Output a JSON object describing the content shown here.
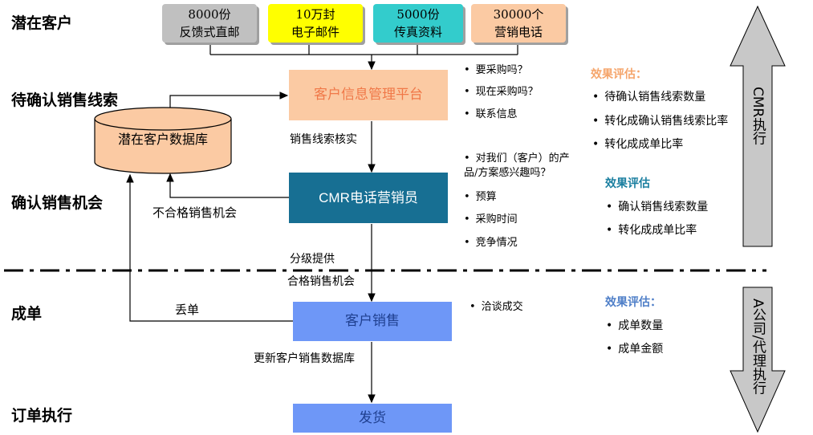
{
  "stages": {
    "potential": "潜在客户",
    "pending_leads": "待确认销售线索",
    "confirmed": "确认销售机会",
    "deal": "成单",
    "fulfillment": "订单执行"
  },
  "sources": [
    {
      "line1": "8000份",
      "line2": "反馈式直邮"
    },
    {
      "line1": "10万封",
      "line2": "电子邮件"
    },
    {
      "line1": "5000份",
      "line2": "传真资料"
    },
    {
      "line1": "30000个",
      "line2": "营销电话"
    }
  ],
  "boxes": {
    "crm_platform": "客户信息管理平台",
    "database": "潜在客户数据库",
    "telesales": "CMR电话营销员",
    "sales": "客户销售",
    "delivery": "发货"
  },
  "labels": {
    "verify": "销售线索核实",
    "unqualified": "不合格销售机会",
    "graded": "分级提供",
    "qualified": "合格销售机会",
    "lost": "丢单",
    "update_db": "更新客户销售数据库"
  },
  "notes": {
    "q1": "要采购吗？",
    "q2": "现在采购吗？",
    "q3": "联系信息",
    "interest_a": "对我们（客户）的产",
    "interest_b": "品/方案感兴趣吗？",
    "budget": "预算",
    "timing": "采购时间",
    "competition": "竞争情况",
    "negotiate": "洽谈成交"
  },
  "eval1": {
    "title": "效果评估：",
    "items": [
      "待确认销售线索数量",
      "转化成确认销售线索比率",
      "转化成成单比率"
    ]
  },
  "eval2": {
    "title": "效果评估",
    "items": [
      "确认销售线索数量",
      "转化成成单比率"
    ]
  },
  "eval3": {
    "title": "效果评估：",
    "items": [
      "成单数量",
      "成单金额"
    ]
  },
  "arrows": {
    "cmr": "CMR执行",
    "agent": "A公司/代理执行"
  },
  "colors": {
    "gray": "#c0c0c0",
    "yellow": "#ffff00",
    "teal": "#33cccc",
    "peach": "#fbcaa3",
    "teal_dark": "#176f93",
    "blue": "#6e97f7",
    "db_fill": "#fbcaa3",
    "eval_orange": "#f5a56b",
    "eval_teal": "#1b7fa0",
    "eval_blue": "#4f7fc8",
    "arrow_fill": "#c8c8c8"
  }
}
